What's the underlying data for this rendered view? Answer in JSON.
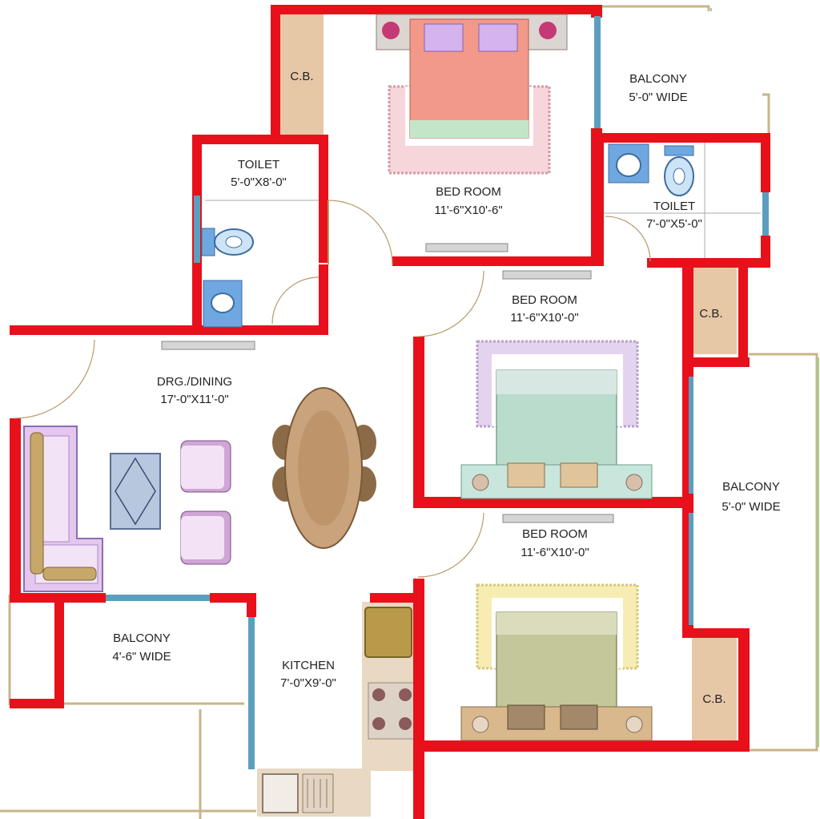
{
  "title": "",
  "colors": {
    "wall": "#e8101a",
    "window": "#5b9fbf",
    "outer_border": "#c9b48a",
    "cupboard": "#e6c7a6",
    "kitchen_counter": "#e9d8c2",
    "master_bed": "#f3998a",
    "bed_green": "#b9dccd",
    "bed_olive": "#c4c79a",
    "fixture_blue": "#6fa8e0",
    "sofa": "#e5c6ee"
  },
  "rooms": [
    {
      "id": "bedroom-top",
      "name": "BED ROOM",
      "size": "11'-6\"X10'-6\""
    },
    {
      "id": "bedroom-middle",
      "name": "BED ROOM",
      "size": "11'-6\"X10'-0\""
    },
    {
      "id": "bedroom-bottom",
      "name": "BED ROOM",
      "size": "11'-6\"X10'-0\""
    },
    {
      "id": "toilet-left",
      "name": "TOILET",
      "size": "5'-0\"X8'-0\""
    },
    {
      "id": "toilet-right",
      "name": "TOILET",
      "size": "7'-0\"X5'-0\""
    },
    {
      "id": "drawing-dining",
      "name": "DRG./DINING",
      "size": "17'-0\"X11'-0\""
    },
    {
      "id": "kitchen",
      "name": "KITCHEN",
      "size": "7'-0\"X9'-0\""
    },
    {
      "id": "balcony-top",
      "name": "BALCONY",
      "size": "5'-0\" WIDE"
    },
    {
      "id": "balcony-right",
      "name": "BALCONY",
      "size": "5'-0\"  WIDE"
    },
    {
      "id": "balcony-left",
      "name": "BALCONY",
      "size": "4'-6\" WIDE"
    }
  ],
  "cupboards": [
    {
      "id": "cb-top",
      "label": "C.B."
    },
    {
      "id": "cb-right-top",
      "label": "C.B."
    },
    {
      "id": "cb-right-bottom",
      "label": "C.B."
    }
  ]
}
